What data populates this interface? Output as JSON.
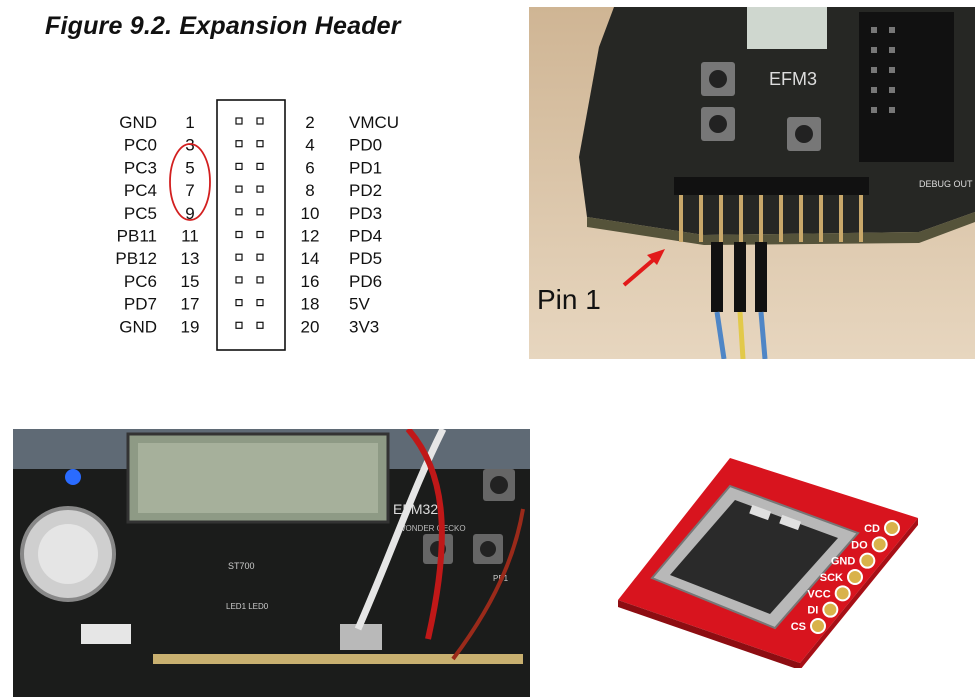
{
  "figure": {
    "title": "Figure 9.2. Expansion Header",
    "left_pins": [
      {
        "name": "GND",
        "num": "1"
      },
      {
        "name": "PC0",
        "num": "3"
      },
      {
        "name": "PC3",
        "num": "5"
      },
      {
        "name": "PC4",
        "num": "7"
      },
      {
        "name": "PC5",
        "num": "9"
      },
      {
        "name": "PB11",
        "num": "11"
      },
      {
        "name": "PB12",
        "num": "13"
      },
      {
        "name": "PC6",
        "num": "15"
      },
      {
        "name": "PD7",
        "num": "17"
      },
      {
        "name": "GND",
        "num": "19"
      }
    ],
    "right_pins": [
      {
        "num": "2",
        "name": "VMCU"
      },
      {
        "num": "4",
        "name": "PD0"
      },
      {
        "num": "6",
        "name": "PD1"
      },
      {
        "num": "8",
        "name": "PD2"
      },
      {
        "num": "10",
        "name": "PD3"
      },
      {
        "num": "12",
        "name": "PD4"
      },
      {
        "num": "14",
        "name": "PD5"
      },
      {
        "num": "16",
        "name": "PD6"
      },
      {
        "num": "18",
        "name": "5V"
      },
      {
        "num": "20",
        "name": "3V3"
      }
    ],
    "highlight_color": "#d21f1f"
  },
  "board_photo": {
    "pin1_label": "Pin 1",
    "arrow_color": "#e21a1a",
    "silkscreen_top": "EFM3",
    "silkscreen_debug": "DEBUG OUT"
  },
  "board_bottom": {
    "silkscreen_brand": "EFM32",
    "silkscreen_sub": "WONDER GECKO",
    "silkscreen_st": "ST700",
    "silkscreen_leds": "LED1 LED0",
    "silkscreen_pb": "PB1"
  },
  "sd_breakout": {
    "pin_labels": [
      "CD",
      "DO",
      "GND",
      "SCK",
      "VCC",
      "DI",
      "CS"
    ],
    "board_color": "#d8141e"
  }
}
